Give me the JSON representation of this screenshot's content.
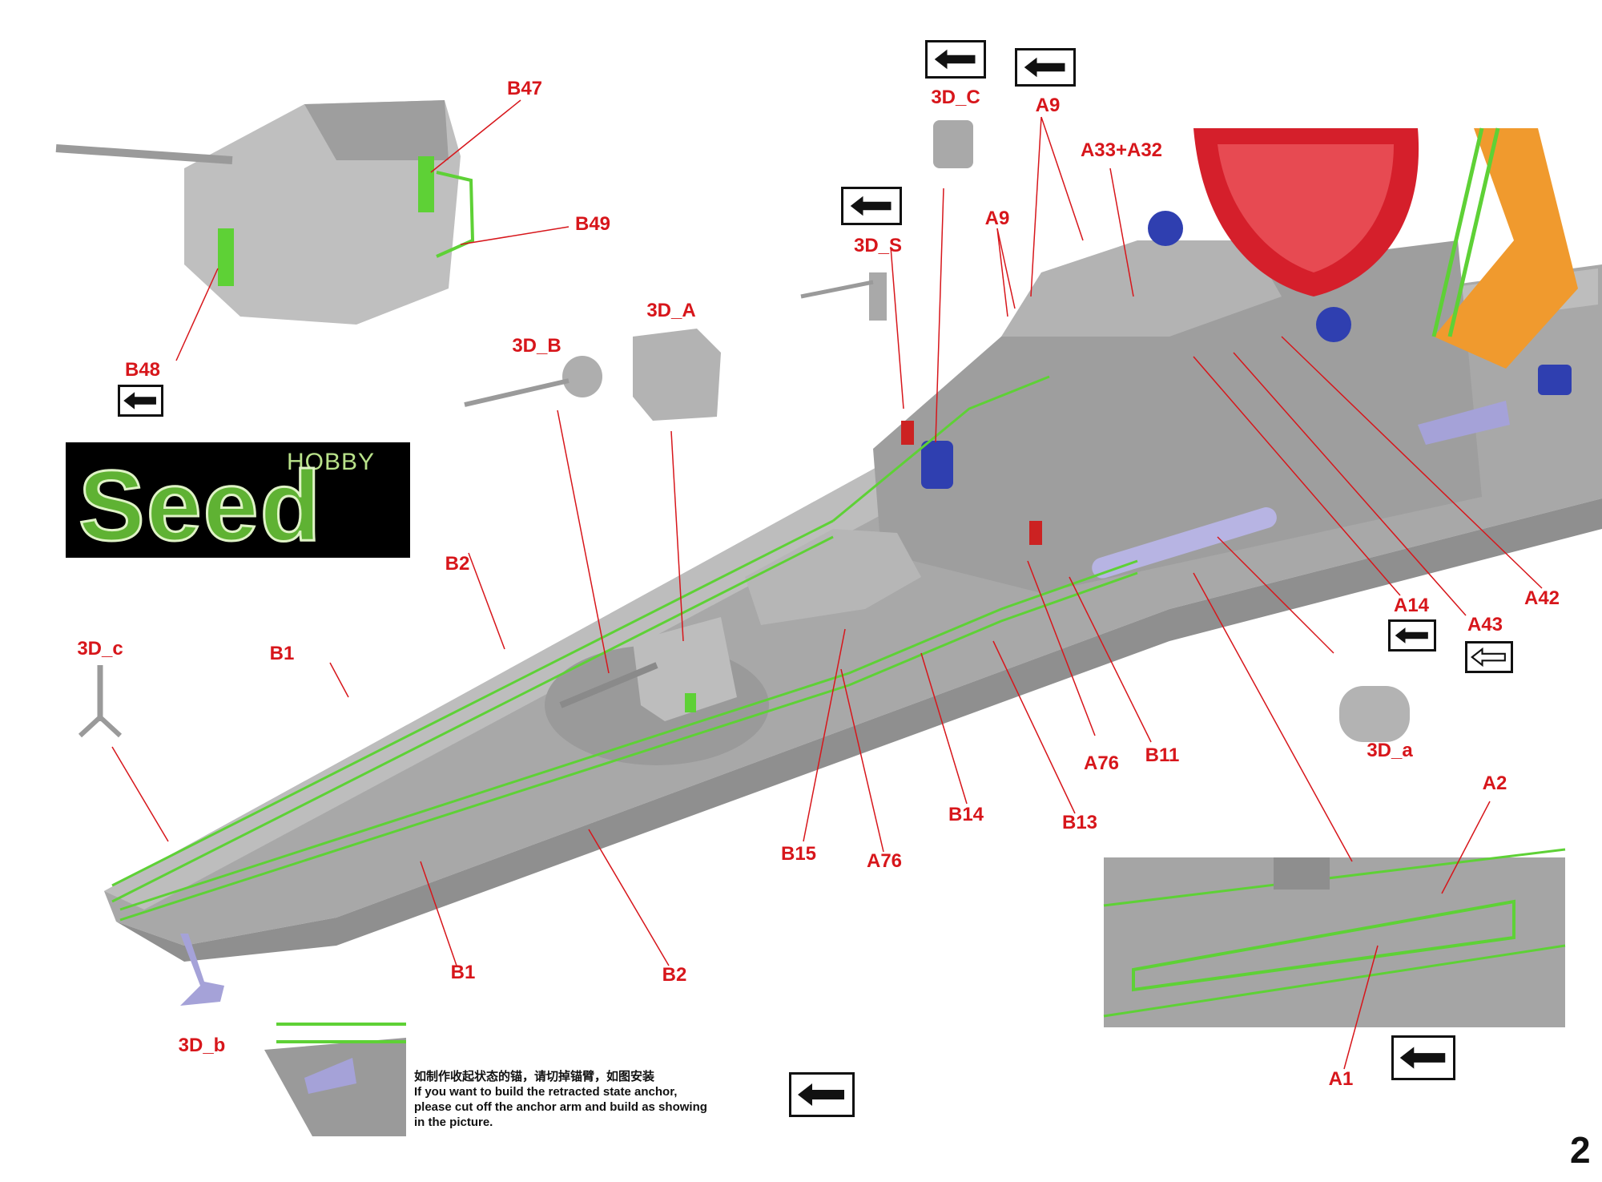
{
  "logo": {
    "hobby": "HOBBY",
    "word": "Seed"
  },
  "labels": {
    "b47": "B47",
    "b49": "B49",
    "b48": "B48",
    "s3d_b": "3D_B",
    "s3d_a": "3D_A",
    "s3d_s": "3D_S",
    "s3d_c_upper": "3D_C",
    "a9_top": "A9",
    "a9_mid": "A9",
    "a33a32": "A33+A32",
    "a14": "A14",
    "a43": "A43",
    "a42": "A42",
    "s3d_a_small": "3D_a",
    "s3d_c_lower": "3D_c",
    "s3d_b_small": "3D_b",
    "b2_upper": "B2",
    "b1_upper": "B1",
    "b1_lower": "B1",
    "b2_lower": "B2",
    "b11": "B11",
    "a76_right": "A76",
    "a76_left": "A76",
    "b13": "B13",
    "b14": "B14",
    "b15": "B15",
    "a2": "A2",
    "a1": "A1"
  },
  "note": {
    "zh": "如制作收起状态的锚，请切掉锚臂，如图安装",
    "en1": "If you want to build the retracted state anchor,",
    "en2": "please cut off the anchor arm and build as showing",
    "en3": "in the picture."
  },
  "page_number": "2",
  "colors": {
    "label": "#d7161b",
    "hull": "#a6a6a6",
    "railing": "#5ed136",
    "radome": "#d51f2b",
    "mount_blue": "#2f3fb0",
    "anchor": "#a5a2d8",
    "funnel": "#f09a2e"
  }
}
